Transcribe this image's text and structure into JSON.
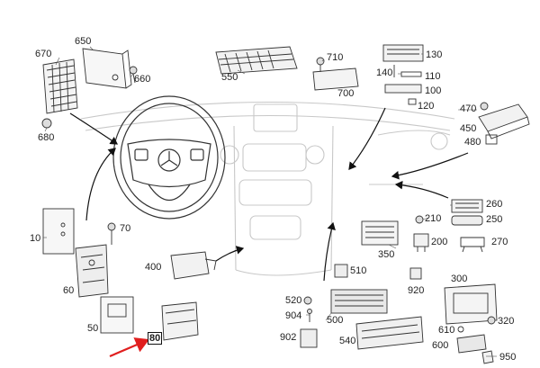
{
  "callouts": [
    {
      "id": "c650",
      "text": "650"
    },
    {
      "id": "c670",
      "text": "670"
    },
    {
      "id": "c660",
      "text": "660"
    },
    {
      "id": "c680",
      "text": "680"
    },
    {
      "id": "c550",
      "text": "550"
    },
    {
      "id": "c710",
      "text": "710"
    },
    {
      "id": "c700",
      "text": "700"
    },
    {
      "id": "c130",
      "text": "130"
    },
    {
      "id": "c140",
      "text": "140"
    },
    {
      "id": "c110",
      "text": "110"
    },
    {
      "id": "c100",
      "text": "100"
    },
    {
      "id": "c120",
      "text": "120"
    },
    {
      "id": "c470",
      "text": "470"
    },
    {
      "id": "c450",
      "text": "450"
    },
    {
      "id": "c480",
      "text": "480"
    },
    {
      "id": "c260",
      "text": "260"
    },
    {
      "id": "c250",
      "text": "250"
    },
    {
      "id": "c210",
      "text": "210"
    },
    {
      "id": "c200",
      "text": "200"
    },
    {
      "id": "c270",
      "text": "270"
    },
    {
      "id": "c10",
      "text": "10"
    },
    {
      "id": "c70",
      "text": "70"
    },
    {
      "id": "c400",
      "text": "400"
    },
    {
      "id": "c350",
      "text": "350"
    },
    {
      "id": "c60",
      "text": "60"
    },
    {
      "id": "c510",
      "text": "510"
    },
    {
      "id": "c920",
      "text": "920"
    },
    {
      "id": "c300",
      "text": "300"
    },
    {
      "id": "c520",
      "text": "520"
    },
    {
      "id": "c904",
      "text": "904"
    },
    {
      "id": "c50",
      "text": "50"
    },
    {
      "id": "c500",
      "text": "500"
    },
    {
      "id": "c80",
      "text": "80"
    },
    {
      "id": "c902",
      "text": "902"
    },
    {
      "id": "c540",
      "text": "540"
    },
    {
      "id": "c610",
      "text": "610"
    },
    {
      "id": "c320",
      "text": "320"
    },
    {
      "id": "c600",
      "text": "600"
    },
    {
      "id": "c950",
      "text": "950"
    }
  ],
  "highlight": {
    "callout": "80",
    "color": "#e01e1e"
  }
}
